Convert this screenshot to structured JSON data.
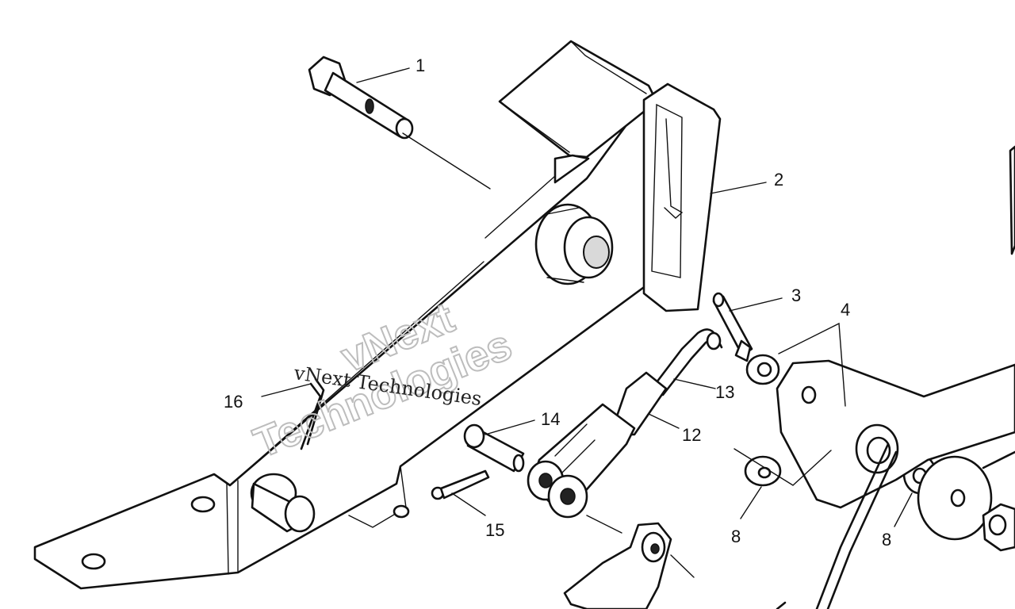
{
  "diagram": {
    "callouts": [
      {
        "id": "1",
        "label": "1"
      },
      {
        "id": "2",
        "label": "2"
      },
      {
        "id": "3",
        "label": "3"
      },
      {
        "id": "4",
        "label": "4"
      },
      {
        "id": "8a",
        "label": "8"
      },
      {
        "id": "8b",
        "label": "8"
      },
      {
        "id": "12",
        "label": "12"
      },
      {
        "id": "13",
        "label": "13"
      },
      {
        "id": "14",
        "label": "14"
      },
      {
        "id": "15",
        "label": "15"
      },
      {
        "id": "16",
        "label": "16"
      }
    ]
  },
  "watermark": {
    "line_text": "vNext Technologies",
    "outline_top": "vNext",
    "outline_bottom": "Technologies"
  }
}
